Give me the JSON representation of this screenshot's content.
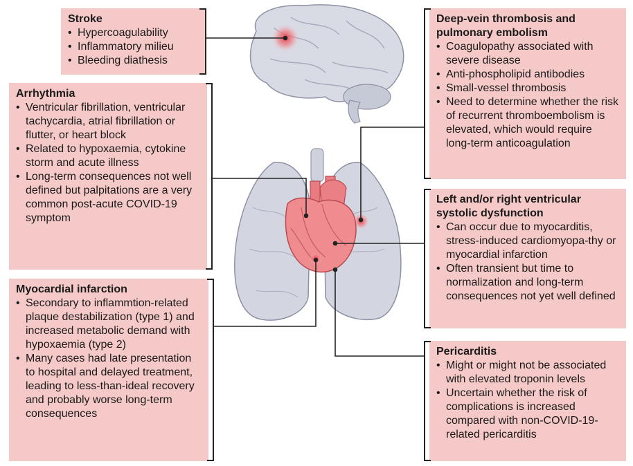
{
  "panels": {
    "stroke": {
      "title": "Stroke",
      "bullets": [
        "Hypercoagulability",
        "Inflammatory milieu",
        "Bleeding diathesis"
      ]
    },
    "arrhythmia": {
      "title": "Arrhythmia",
      "bullets": [
        "Ventricular fibrillation, ventricular tachycardia, atrial fibrillation or flutter, or heart block",
        "Related to hypoxaemia, cytokine storm and acute illness",
        "Long-term consequences not well defined but palpitations are a very common post-acute COVID-19 symptom"
      ]
    },
    "mi": {
      "title": "Myocardial infarction",
      "bullets": [
        "Secondary to inflammtion-related plaque destabilization (type 1) and increased metabolic demand with hypoxaemia (type 2)",
        "Many cases had late presentation to hospital and delayed treatment, leading to less-than-ideal recovery and probably worse long-term consequences"
      ]
    },
    "dvt": {
      "title": "Deep-vein thrombosis and pulmonary embolism",
      "bullets": [
        "Coagulopathy associated with severe disease",
        "Anti-phospholipid antibodies",
        "Small-vessel thrombosis",
        "Need to determine whether the risk of recurrent thromboembolism is elevated, which would require long-term anticoagulation"
      ]
    },
    "lvrv": {
      "title": "Left and/or right ventricular systolic dysfunction",
      "bullets": [
        "Can occur due to myocarditis, stress-induced cardiomyopa-thy or myocardial infarction",
        "Often transient but time to normalization and long-term consequences not yet well defined"
      ]
    },
    "pericarditis": {
      "title": "Pericarditis",
      "bullets": [
        "Might or might not be associated with elevated troponin levels",
        "Uncertain whether the risk of complications is increased compared with non-COVID-19-related pericarditis"
      ]
    }
  },
  "colors": {
    "panel": "#f5c9c7",
    "heart": "#e8737a",
    "lungs": "#c9cdd8",
    "brain": "#d4d6e2",
    "hotspot": "#e8323c"
  }
}
